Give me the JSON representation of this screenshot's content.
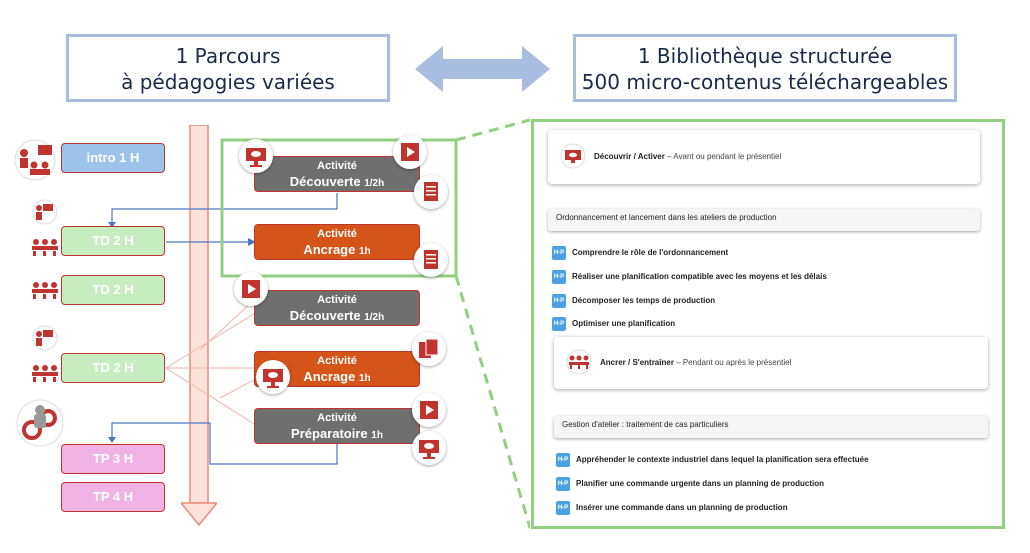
{
  "header": {
    "left_line1": "1 Parcours",
    "left_line2": "à pédagogies variées",
    "right_line1": "1 Bibliothèque structurée",
    "right_line2": "500 micro-contenus téléchargeables"
  },
  "left_column": {
    "items": [
      {
        "label": "intro 1 H",
        "color": "#9cc3ea"
      },
      {
        "label": "TD 2 H",
        "color": "#c6ecc0"
      },
      {
        "label": "TD 2 H",
        "color": "#c6ecc0"
      },
      {
        "label": "TD 2 H",
        "color": "#c6ecc0"
      },
      {
        "label": "TP 3 H",
        "color": "#f0b3e4"
      },
      {
        "label": "TP 4 H",
        "color": "#f0b3e4"
      }
    ]
  },
  "activities": [
    {
      "line1": "Activité",
      "line2": "Découverte",
      "dur": "1/2h",
      "color": "#6f6f6f"
    },
    {
      "line1": "Activité",
      "line2": "Ancrage",
      "dur": "1h",
      "color": "#d4541a"
    },
    {
      "line1": "Activité",
      "line2": "Découverte",
      "dur": "1/2h",
      "color": "#6f6f6f"
    },
    {
      "line1": "Activité",
      "line2": "Ancrage",
      "dur": "1h",
      "color": "#d4541a"
    },
    {
      "line1": "Activité",
      "line2": "Préparatoire",
      "dur": "1h",
      "color": "#6f6f6f"
    }
  ],
  "panel": {
    "card1_title": "Découvrir / Activer",
    "card1_sub": " – Avant ou pendant le présentiel",
    "section1": "Ordonnancement et lancement dans les ateliers de production",
    "section1_items": [
      "Comprendre le rôle de l'ordonnancement",
      "Réaliser une planification compatible avec les moyens et les délais",
      "Décomposer les temps de production",
      "Optimiser une planification"
    ],
    "card2_title": "Ancrer / S'entraîner",
    "card2_sub": " – Pendant ou après le présentiel",
    "section2": "Gestion d'atelier : traitement de cas particuliers",
    "section2_items": [
      "Appréhender le contexte industriel dans lequel la planification sera effectuée",
      "Planifier une commande urgente dans un planning de production",
      "Insérer une commande dans un planning de production"
    ],
    "badge": "H-P"
  },
  "colors": {
    "accent_red": "#c0342f",
    "green_border": "#93cf80",
    "header_border": "#a9bde0",
    "arrow_blue": "#a9bde0",
    "timeline": "#f4c7bd"
  }
}
